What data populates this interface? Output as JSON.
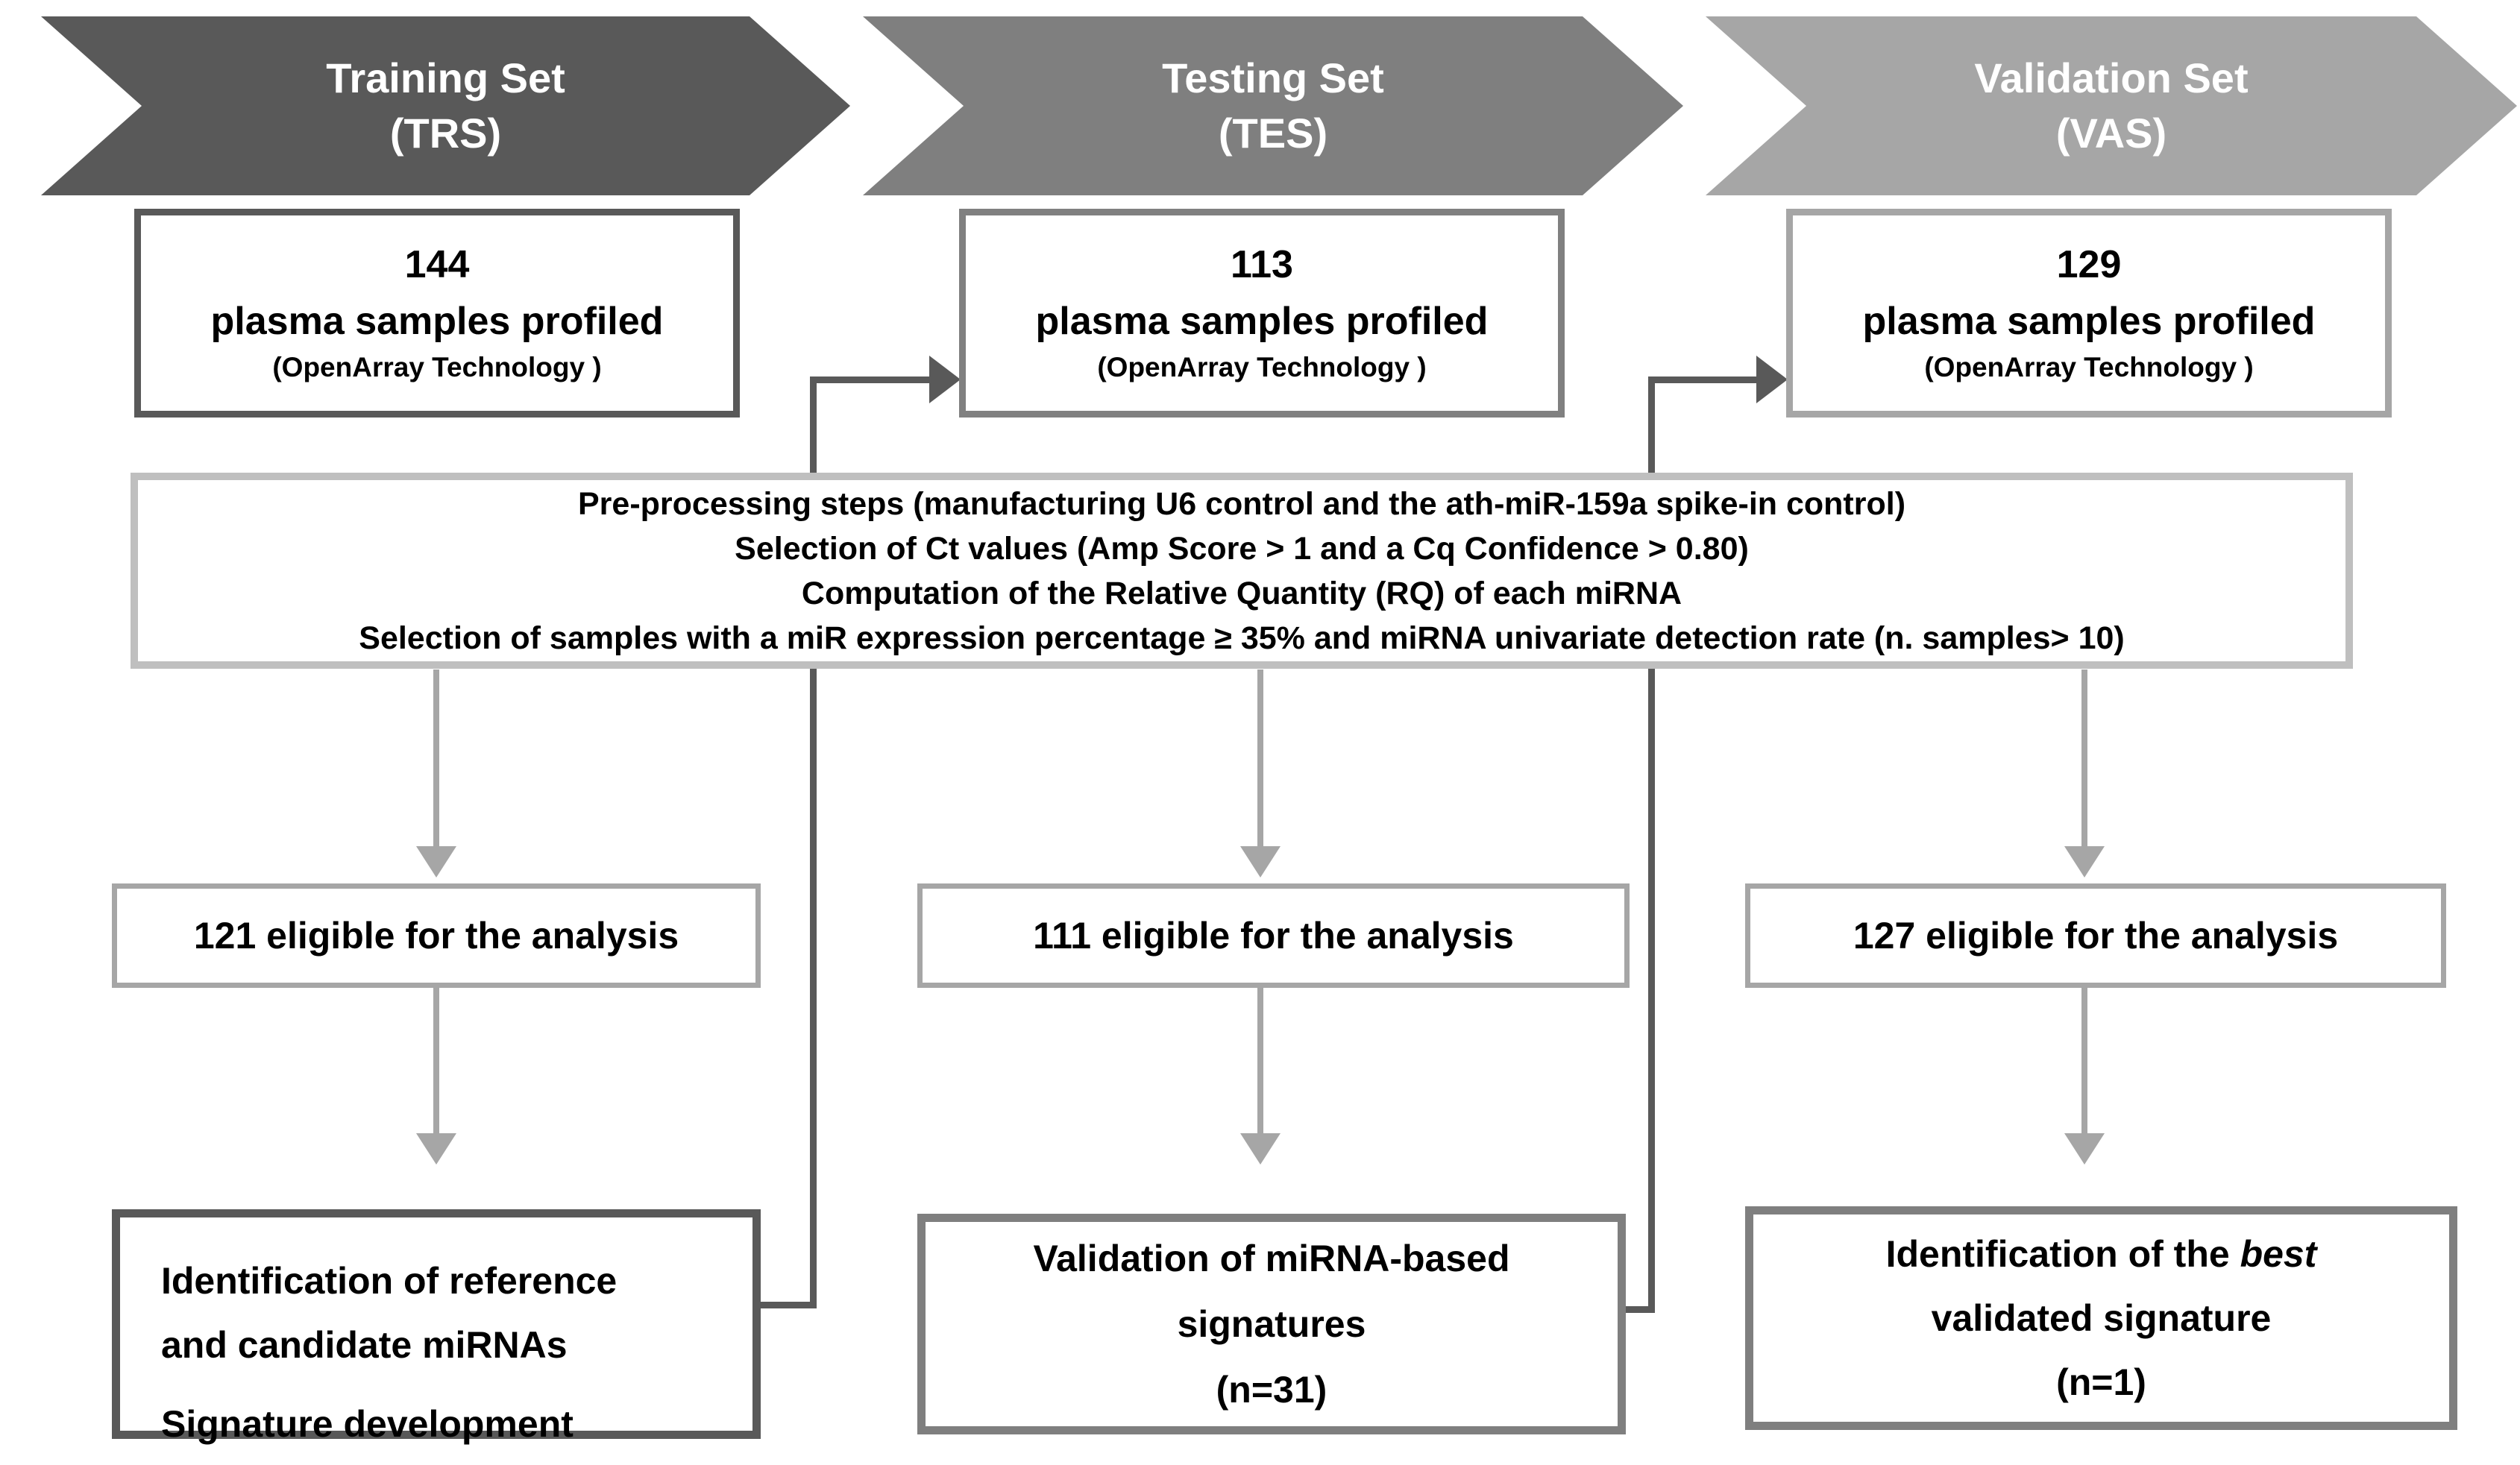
{
  "colors": {
    "training_fill": "#595959",
    "testing_fill": "#7f7f7f",
    "validation_fill": "#a6a6a6",
    "preprocessing_border": "#bfbfbf",
    "eligible_border": "#a6a6a6",
    "connector_dark": "#595959",
    "arrow_light": "#a6a6a6",
    "header_text": "#ffffff",
    "body_text": "#000000"
  },
  "columns": [
    {
      "header": {
        "line1": "Training Set",
        "line2": "(TRS)"
      },
      "sample": {
        "count": "144",
        "label": "plasma samples profiled",
        "tech": "(OpenArray Technology )"
      },
      "eligible": "121 eligible for the analysis",
      "outcome": {
        "line1": "Identification of reference",
        "line2": "and candidate miRNAs",
        "line3": "Signature development"
      }
    },
    {
      "header": {
        "line1": "Testing Set",
        "line2": "(TES)"
      },
      "sample": {
        "count": "113",
        "label": "plasma samples profiled",
        "tech": "(OpenArray Technology )"
      },
      "eligible": "111 eligible for the analysis",
      "outcome": {
        "line1": "Validation of miRNA-based",
        "line2": "signatures",
        "line3": "(n=31)"
      }
    },
    {
      "header": {
        "line1": "Validation Set",
        "line2": "(VAS)"
      },
      "sample": {
        "count": "129",
        "label": "plasma samples profiled",
        "tech": "(OpenArray Technology )"
      },
      "eligible": "127 eligible for the analysis",
      "outcome": {
        "line1_pre": "Identification of the ",
        "line1_italic": "best",
        "line2": "validated signature",
        "line3": "(n=1)"
      }
    }
  ],
  "preprocessing": {
    "line1": "Pre-processing steps  (manufacturing U6 control and the ath-miR-159a spike-in control)",
    "line2": "Selection of Ct values (Amp Score > 1 and a Cq Confidence > 0.80)",
    "line3": "Computation of the Relative Quantity (RQ) of each miRNA",
    "line4": "Selection of samples with a miR expression percentage ≥ 35%  and miRNA univariate detection rate  (n. samples> 10)"
  }
}
